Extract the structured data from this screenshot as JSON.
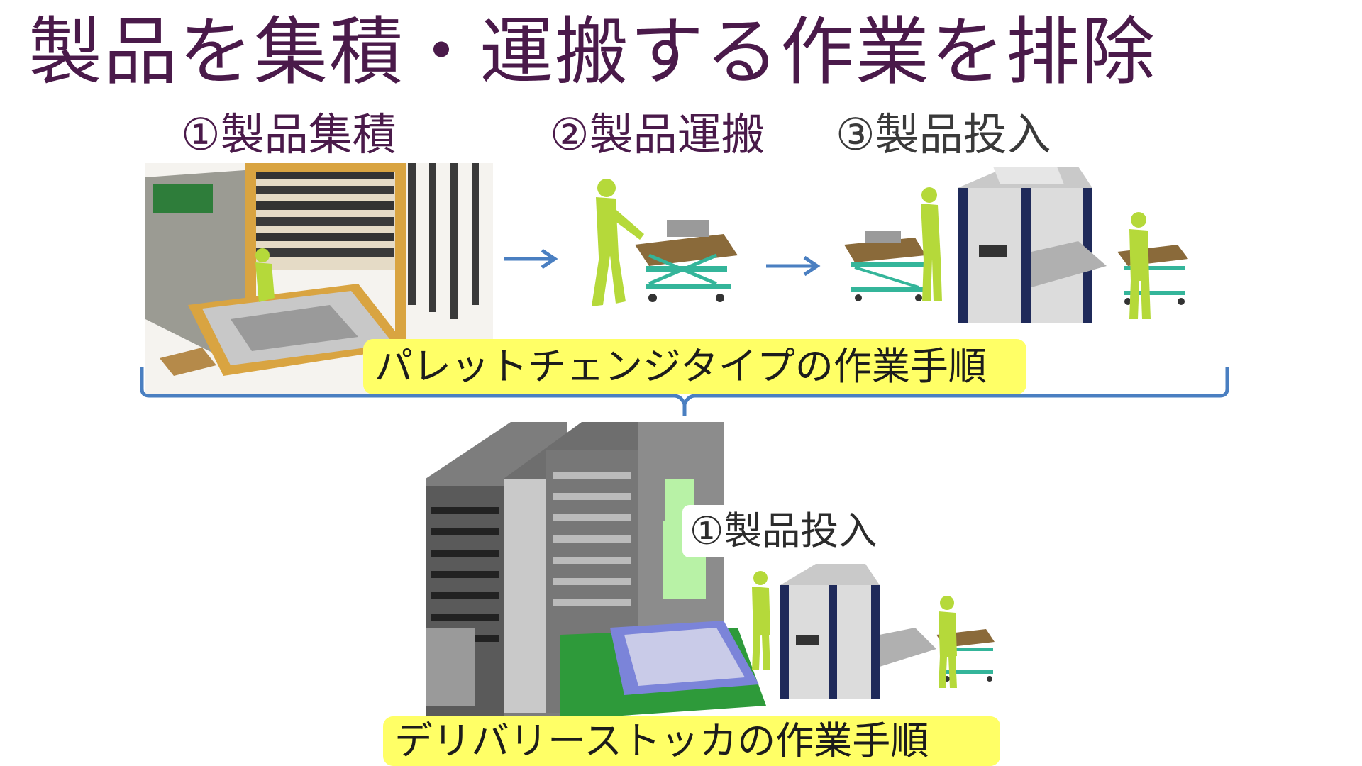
{
  "title": "製品を集積・運搬する作業を排除",
  "pallet_change": {
    "steps": [
      {
        "label": "①製品集積"
      },
      {
        "label": "②製品運搬"
      },
      {
        "label": "③製品投入"
      }
    ],
    "caption": "パレットチェンジタイプの作業手順"
  },
  "delivery_stocker": {
    "step": {
      "label": "①製品投入"
    },
    "caption": "デリバリーストッカの作業手順"
  },
  "colors": {
    "title": "#4a1a4a",
    "caption_highlight": "#ffff66",
    "arrow": "#4a7fc1",
    "bracket": "#4a7fc1",
    "worker": "#b5d93a",
    "pallet_frame": "#d9a441",
    "cart": "#34b59a",
    "machine_grey": "#8c8c8c",
    "green_panel": "#2e7d3a",
    "light_green_panel": "#b8f2a6"
  },
  "icons": [
    "right-arrow-icon",
    "bracket-icon",
    "worker-icon"
  ]
}
